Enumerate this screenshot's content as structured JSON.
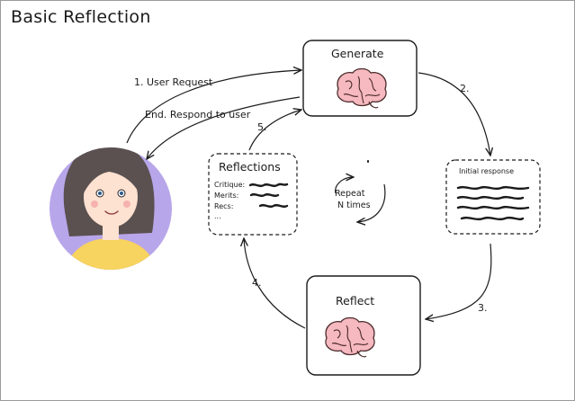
{
  "title": "Basic Reflection",
  "nodes": {
    "generate": "Generate",
    "reflect": "Reflect",
    "initial_response": "Initial response",
    "reflections": {
      "title": "Reflections",
      "rows": [
        "Critique:",
        "Merits:",
        "Recs:",
        "..."
      ]
    }
  },
  "edges": {
    "user_request": "1. User Request",
    "end": "End. Respond to user",
    "step2": "2.",
    "step3": "3.",
    "step4": "4.",
    "step5": "5."
  },
  "loop": {
    "line1": "Repeat",
    "line2": "N times"
  },
  "colors": {
    "ink": "#1b1b1b",
    "brain": "#f6b9c0",
    "brain_outline": "#4a2a2a",
    "avatar_bg": "#b8a6ea",
    "hair": "#5a5150",
    "skin": "#fde1d1",
    "shirt": "#f7d35f"
  },
  "icons": [
    "brain-icon",
    "user-avatar",
    "loop-arrows-icon"
  ]
}
